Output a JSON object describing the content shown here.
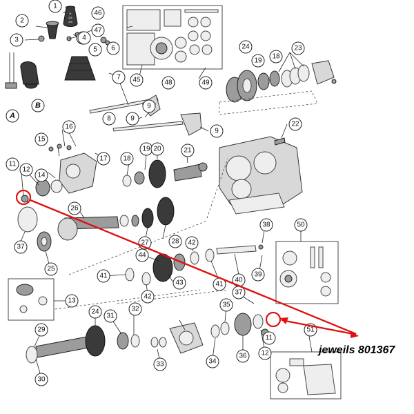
{
  "diagram": {
    "callouts": [
      {
        "n": "1"
      },
      {
        "n": "2"
      },
      {
        "n": "3"
      },
      {
        "n": "4"
      },
      {
        "n": "4"
      },
      {
        "n": "5"
      },
      {
        "n": "6"
      },
      {
        "n": "7"
      },
      {
        "n": "8"
      },
      {
        "n": "9"
      },
      {
        "n": "9"
      },
      {
        "n": "9"
      },
      {
        "n": "11"
      },
      {
        "n": "11"
      },
      {
        "n": "12"
      },
      {
        "n": "12"
      },
      {
        "n": "13"
      },
      {
        "n": "14"
      },
      {
        "n": "15"
      },
      {
        "n": "16"
      },
      {
        "n": "17"
      },
      {
        "n": "18"
      },
      {
        "n": "18"
      },
      {
        "n": "19"
      },
      {
        "n": "19"
      },
      {
        "n": "20"
      },
      {
        "n": "21"
      },
      {
        "n": "22"
      },
      {
        "n": "23"
      },
      {
        "n": "24"
      },
      {
        "n": "24"
      },
      {
        "n": "25"
      },
      {
        "n": "26"
      },
      {
        "n": "27"
      },
      {
        "n": "28"
      },
      {
        "n": "29"
      },
      {
        "n": "30"
      },
      {
        "n": "31"
      },
      {
        "n": "32"
      },
      {
        "n": "33"
      },
      {
        "n": "34"
      },
      {
        "n": "35"
      },
      {
        "n": "36"
      },
      {
        "n": "37"
      },
      {
        "n": "37"
      },
      {
        "n": "38"
      },
      {
        "n": "39"
      },
      {
        "n": "40"
      },
      {
        "n": "41"
      },
      {
        "n": "41"
      },
      {
        "n": "42"
      },
      {
        "n": "42"
      },
      {
        "n": "43"
      },
      {
        "n": "44"
      },
      {
        "n": "45"
      },
      {
        "n": "46"
      },
      {
        "n": "47"
      },
      {
        "n": "48"
      },
      {
        "n": "49"
      },
      {
        "n": "50"
      },
      {
        "n": "51"
      }
    ],
    "letters": [
      "A",
      "B"
    ],
    "knob_text": [
      "N",
      "2/4",
      "4/4"
    ],
    "annotation": {
      "text": "jeweils 801367",
      "color": "#e01010"
    }
  }
}
